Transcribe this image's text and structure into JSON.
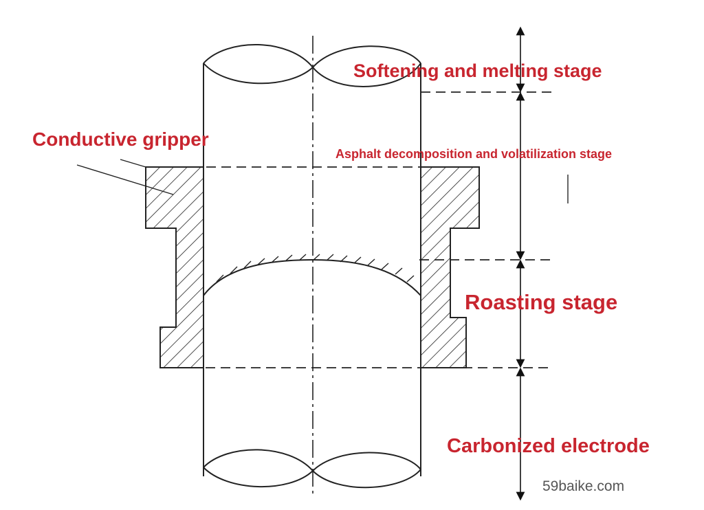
{
  "labels": {
    "softening": "Softening and melting stage",
    "gripper": "Conductive gripper",
    "asphalt": "Asphalt decomposition and volatilization stage",
    "roasting": "Roasting stage",
    "carbonized": "Carbonized electrode"
  },
  "watermark": "59baike.com",
  "colors": {
    "label": "#c8252f",
    "line": "#222222",
    "watermark": "#555555"
  }
}
